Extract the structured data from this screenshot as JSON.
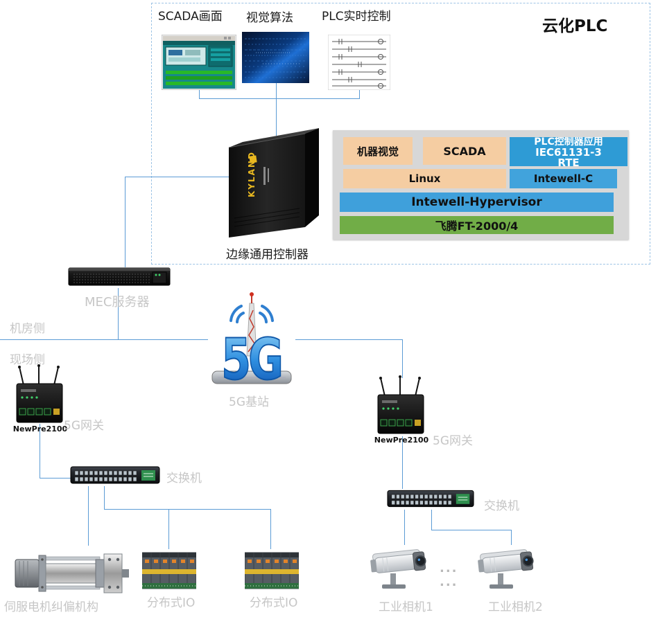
{
  "panel": {
    "title": "云化PLC",
    "labels": {
      "scada_screen": "SCADA画面",
      "vision_algo": "视觉算法",
      "plc_rt": "PLC实时控制"
    },
    "controller": {
      "brand": "KYLAND",
      "caption": "边缘通用控制器"
    },
    "stack": {
      "machine_vision": "机器视觉",
      "scada": "SCADA",
      "plc_app": [
        "PLC控制器应用",
        "IEC61131-3",
        "RTE"
      ],
      "linux": "Linux",
      "intewell_c": "Intewell-C",
      "hypervisor": "Intewell-Hypervisor",
      "cpu": "飞腾FT-2000/4"
    }
  },
  "field": {
    "mec": "MEC服务器",
    "room_side": "机房侧",
    "site_side": "现场侧",
    "bts": "5G基站",
    "bts_logo": "5G",
    "gateways": [
      {
        "device": "NewPre2100",
        "label": "5G网关"
      },
      {
        "device": "NewPre2100",
        "label": "5G网关"
      }
    ],
    "switches": [
      "交换机",
      "交换机"
    ],
    "servo": "伺服电机纠偏机构",
    "io": [
      "分布式IO",
      "分布式IO"
    ],
    "cameras": [
      "工业相机1",
      "工业相机2"
    ],
    "ellipsis": [
      "...",
      "..."
    ]
  },
  "colors": {
    "peach": "#F5CDA2",
    "plc_blue": "#2E9BD5",
    "intewell_blue": "#41A3DC",
    "cpu_green": "#71AD47",
    "connector": "#5B9BD5",
    "faint_label": "#C6C6C6"
  }
}
